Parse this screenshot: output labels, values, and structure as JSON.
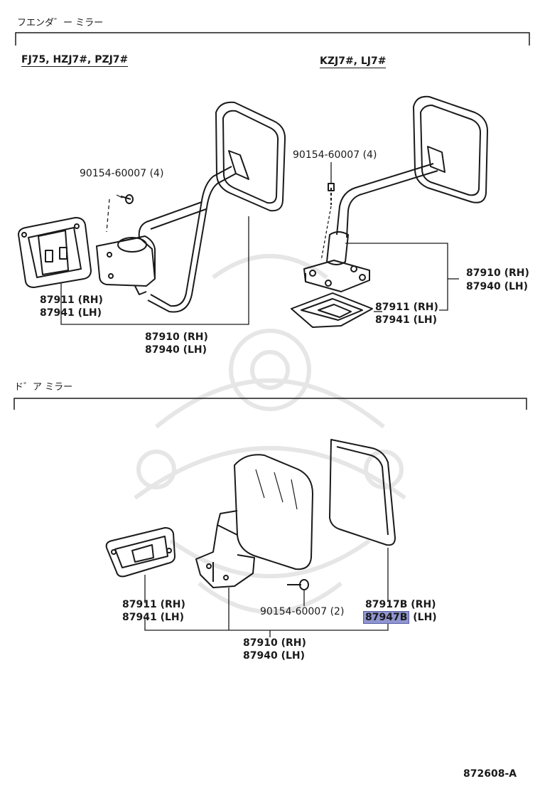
{
  "sections": {
    "fender_title": "フエンダ゛ー ミラー",
    "door_title": "ド゛ア ミラー"
  },
  "models": {
    "left": "FJ75, HZJ7#, PZJ7#",
    "right": "KZJ7#, LJ7#"
  },
  "fender_left": {
    "bolt": "90154-60007 (4)",
    "pad_rh": "87911 (RH)",
    "pad_lh": "87941 (LH)",
    "mirror_rh": "87910 (RH)",
    "mirror_lh": "87940 (LH)"
  },
  "fender_right": {
    "bolt": "90154-60007 (4)",
    "mirror_rh": "87910 (RH)",
    "mirror_lh": "87940 (LH)",
    "pad_rh": "87911 (RH)",
    "pad_lh": "87941 (LH)"
  },
  "door": {
    "pad_rh": "87911 (RH)",
    "pad_lh": "87941 (LH)",
    "bolt": "90154-60007 (2)",
    "glass_rh_code": "87917B",
    "glass_rh_side": "(RH)",
    "glass_lh_code": "87947B",
    "glass_lh_side": "(LH)",
    "mirror_rh": "87910 (RH)",
    "mirror_lh": "87940 (LH)"
  },
  "figure_id": "872608-A",
  "colors": {
    "line": "#1a1a1a",
    "highlight": "#8f95cf",
    "watermark": "#e6e6e6"
  }
}
